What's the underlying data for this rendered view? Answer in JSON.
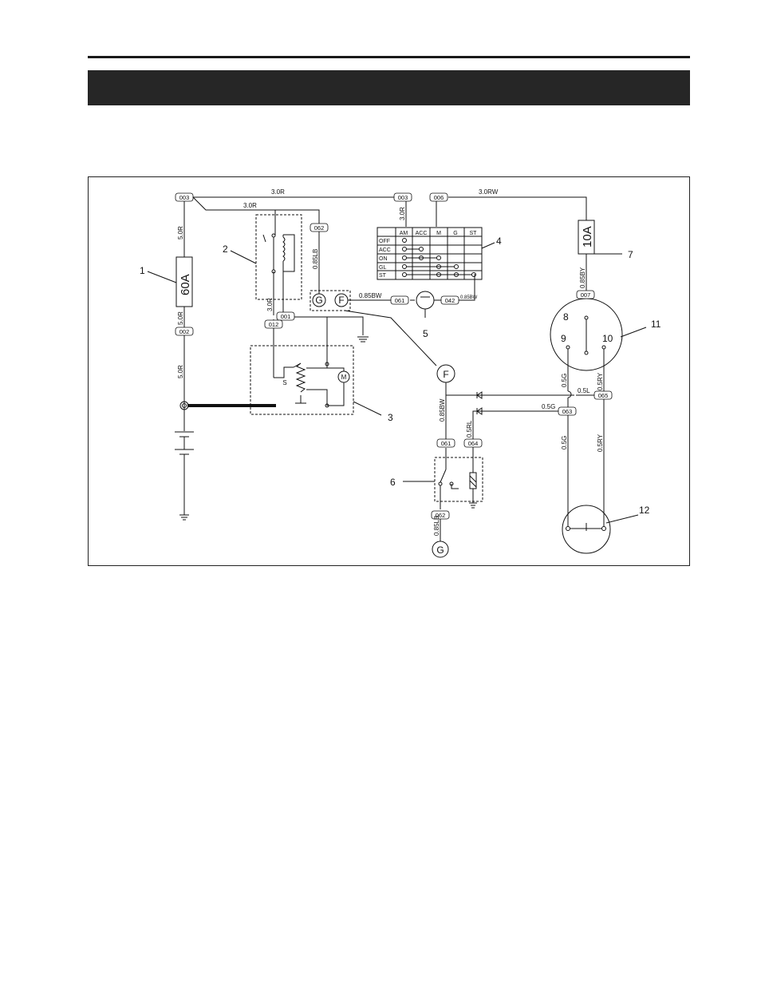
{
  "wires": {
    "w_3_0R_top": "3.0R",
    "w_3_0R_relay": "3.0R",
    "w_5_0R_a": "5.0R",
    "w_5_0R_b": "5.0R",
    "w_5_0R_c": "5.0R",
    "w_3_0R_vert_sw": "3.0R",
    "w_3_0RW": "3.0RW",
    "w_0_85LB_top": "0.85LB",
    "w_3_0R_relay_down": "3.0R",
    "w_0_85BW_a": "0.85BW",
    "w_0_85BW_small": "0.85BW",
    "w_0_85BY": "0.85BY",
    "w_0_5G_a": "0.5G",
    "w_0_5L": "0.5L",
    "w_0_5RY_a": "0.5RY",
    "w_0_5G_b": "0.5G",
    "w_0_85BW_b": "0.85BW",
    "w_0_5RL": "0.5RL",
    "w_0_5G_c": "0.5G",
    "w_0_5RY_b": "0.5RY",
    "w_0_85LB_bottom": "0.85LB"
  },
  "tags": {
    "t003a": "003",
    "t003b": "003",
    "t006": "006",
    "t062a": "062",
    "t002": "002",
    "t001": "001",
    "t012": "012",
    "t061a": "061",
    "t042": "042",
    "t007": "007",
    "t065": "065",
    "t063": "063",
    "t061b": "061",
    "t064": "064",
    "t062b": "062"
  },
  "fuses": {
    "main": "60A",
    "small": "10A"
  },
  "symbols": {
    "g1": "G",
    "f1": "F",
    "f2": "F",
    "g2": "G",
    "motor": "M",
    "s": "S"
  },
  "switch_table": {
    "headers": [
      "AM",
      "ACC",
      "M",
      "G",
      "ST"
    ],
    "rows": [
      "OFF",
      "ACC",
      "ON",
      "GL",
      "ST"
    ]
  },
  "callouts": {
    "n1": "1",
    "n2": "2",
    "n3": "3",
    "n4": "4",
    "n5": "5",
    "n6": "6",
    "n7": "7",
    "n8": "8",
    "n9": "9",
    "n10": "10",
    "n11": "11",
    "n12": "12"
  }
}
